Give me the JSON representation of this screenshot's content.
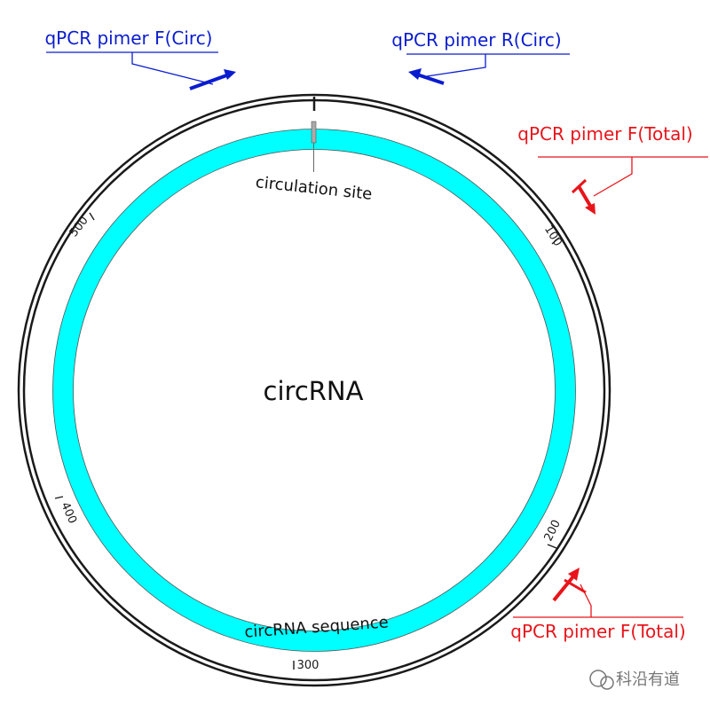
{
  "center_label": "circRNA",
  "circulation_site_label": "circulation site",
  "sequence_label": "circRNA sequence",
  "ticks": [
    "100",
    "200",
    "300",
    "400",
    "500"
  ],
  "primers": {
    "circ_forward": "qPCR pimer F(Circ)",
    "circ_reverse": "qPCR pimer R(Circ)",
    "total_forward_top": "qPCR pimer F(Total)",
    "total_forward_bottom": "qPCR pimer F(Total)"
  },
  "colors": {
    "ring": "#1a1a1a",
    "sequence_fill": "#00ffff",
    "circ_primer": "#0a1ccf",
    "total_primer": "#e8141a"
  },
  "watermark": "科沿有道"
}
